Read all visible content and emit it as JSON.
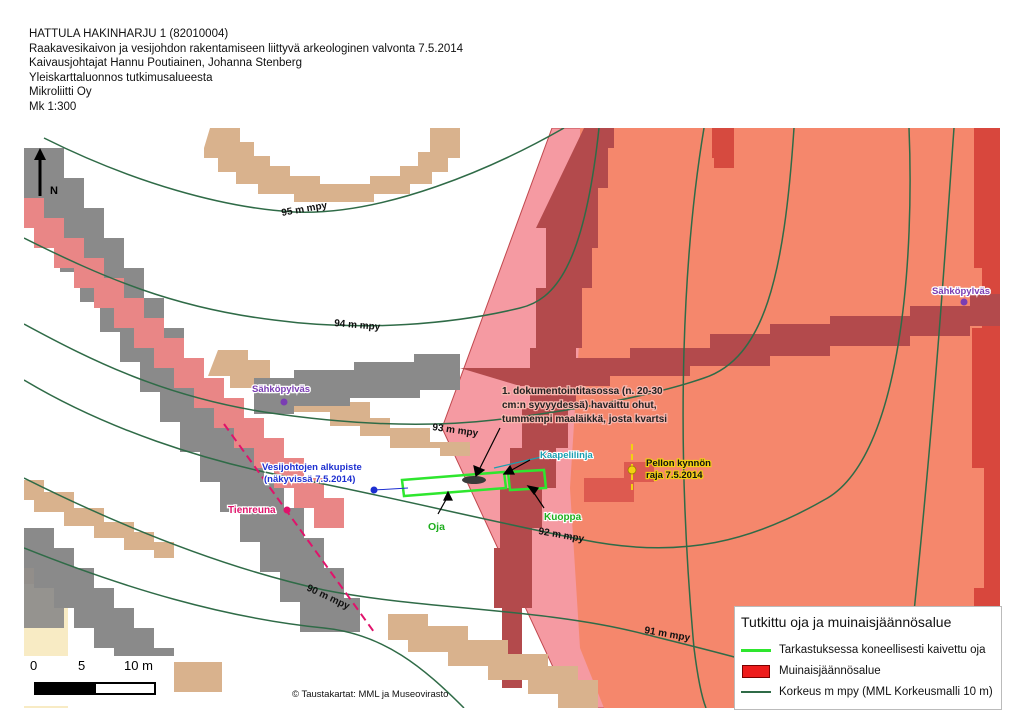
{
  "header": {
    "line1": "HATTULA HAKINHARJU 1 (82010004)",
    "line2": "Raakavesikaivon ja vesijohdon rakentamiseen liittyvä arkeologinen valvonta 7.5.2014",
    "line3": "Kaivausjohtajat Hannu Poutiainen, Johanna Stenberg",
    "line4": "Yleiskarttaluonnos tutkimusalueesta",
    "line5": "Mikroliitti Oy",
    "line6": "Mk 1:300"
  },
  "colors": {
    "road_gray": "#8a8a8a",
    "road_edge_tan": "#d9b28d",
    "roadcore_pink": "#e98686",
    "site_area_pink": "#f59aa2",
    "site_orange": "#f5876c",
    "site_dark_red": "#c8343a",
    "site_maroon": "#b34a4c",
    "contour": "#2f6b47",
    "trench_green": "#2ee62e",
    "poles_purple": "#7a3db3",
    "pipe_blue": "#1d2fd1",
    "road_edge_magenta": "#e0136b",
    "field_yellow": "#f2d011"
  },
  "map": {
    "north_arrow_label": "N",
    "contours": {
      "c95": "95 m mpy",
      "c94": "94 m mpy",
      "c93": "93 m mpy",
      "c92": "92 m mpy",
      "c91": "91 m mpy",
      "c90": "90 m mpy"
    },
    "labels": {
      "pole_right": "Sähköpylväs",
      "pole_left": "Sähköpylväs",
      "pipe_start_1": "Vesijohtojen alkupiste",
      "pipe_start_2": "(näkyvissä 7.5.2014)",
      "road_edge": "Tienreuna",
      "cable_line": "Kaapelilinja",
      "field_1": "Pellon kynnön",
      "field_2": "raja 7.5.2014",
      "trench": "Oja",
      "hole": "Kuoppa",
      "find_1": "1. dokumentointitasossa (n. 20-30",
      "find_2": "cm:n syvyydessä) havaittu ohut,",
      "find_3": "tummempi maaläikkä, josta kvartsi"
    }
  },
  "scalebar": {
    "t0": "0",
    "t5": "5",
    "t10": "10 m"
  },
  "legend": {
    "title": "Tutkittu oja ja muinaisjäännösalue",
    "item1": "Tarkastuksessa koneellisesti kaivettu oja",
    "item2": "Muinaisjäännösalue",
    "item3": "Korkeus m mpy (MML Korkeusmalli 10 m)"
  },
  "credit": "© Taustakartat: MML ja Museovirasto"
}
